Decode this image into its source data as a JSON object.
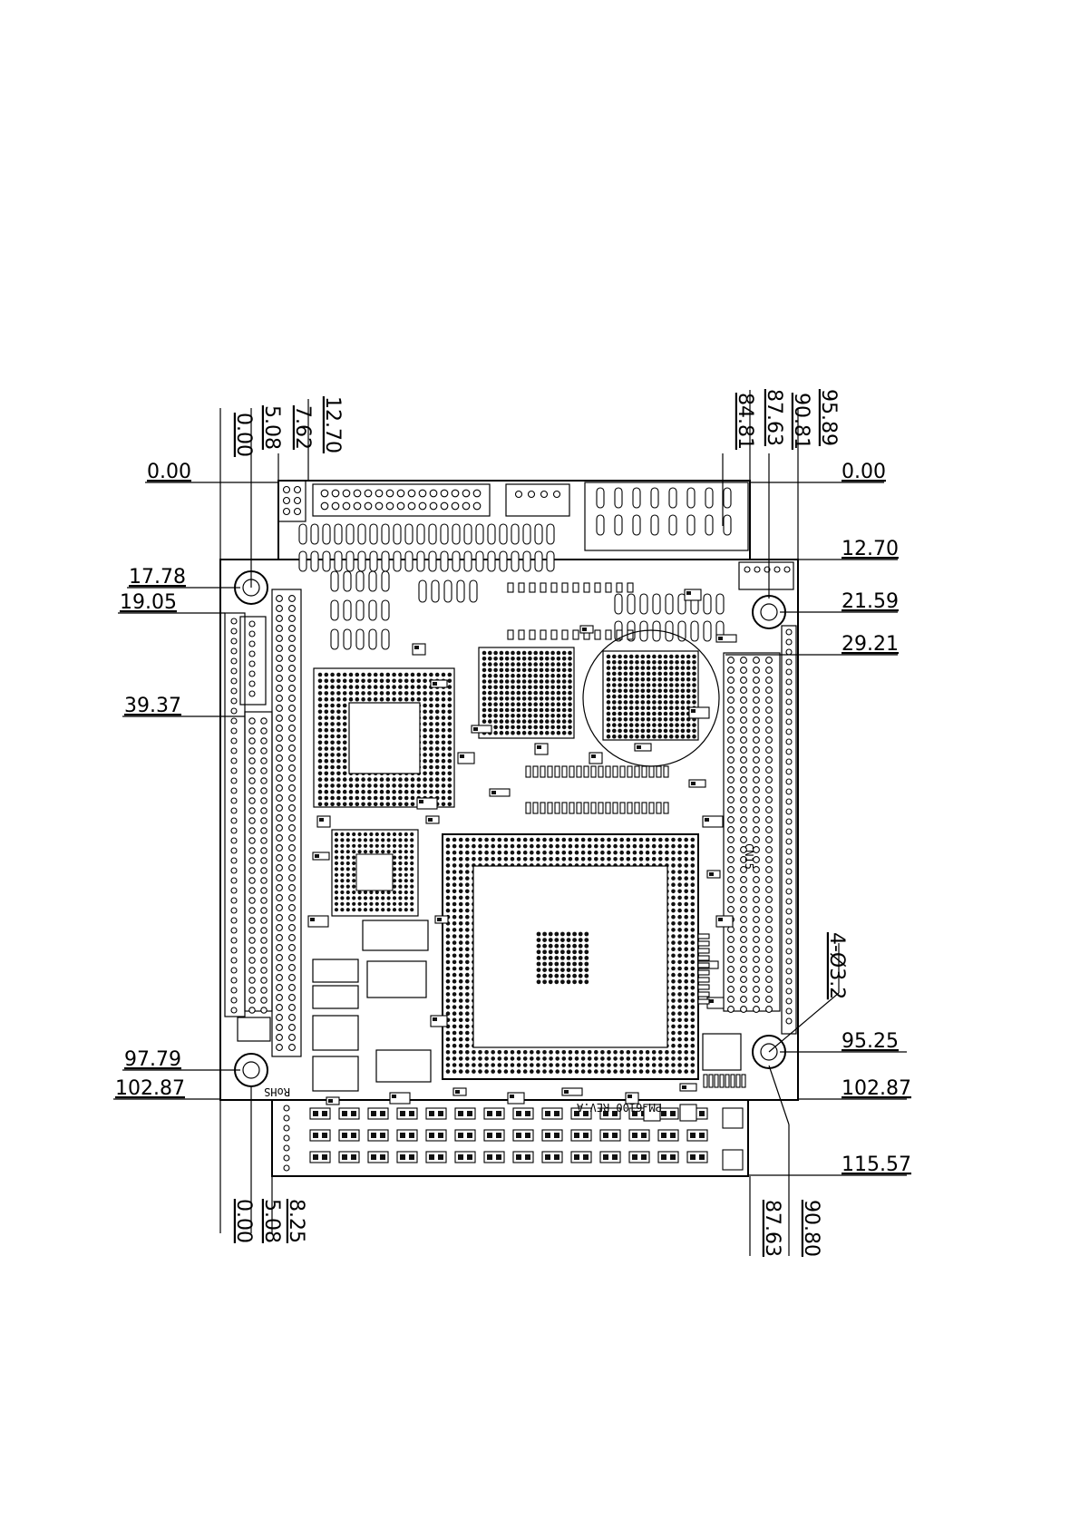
{
  "dimensions": {
    "top_x": [
      "0.00",
      "5.08",
      "7.62",
      "12.70"
    ],
    "top_x_right": [
      "84.81",
      "87.63",
      "90.81",
      "95.89"
    ],
    "left_y": [
      "0.00",
      "17.78",
      "19.05",
      "39.37",
      "97.79",
      "102.87"
    ],
    "right_y": [
      "0.00",
      "12.70",
      "21.59",
      "29.21",
      "95.25",
      "102.87",
      "115.57"
    ],
    "bottom_x": [
      "0.00",
      "5.08",
      "8.25"
    ],
    "bottom_x_right": [
      "87.63",
      "90.80"
    ],
    "hole_callout": "4-Ø3.2"
  },
  "silkscreen": {
    "board_name": "PM-6100 REV.A",
    "rohs": "RoHS",
    "connector_cn15": "CN15"
  }
}
